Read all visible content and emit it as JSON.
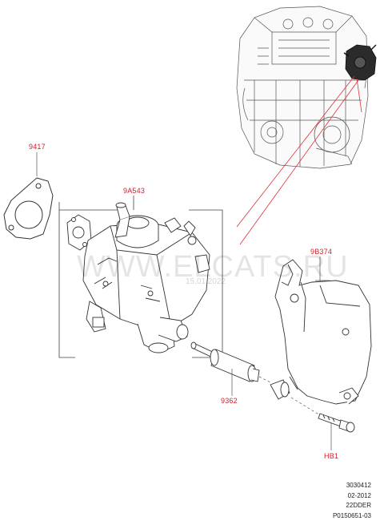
{
  "callouts": {
    "gasket": "9417",
    "pump": "9A543",
    "bracket": "9B374",
    "spacer": "9362",
    "bolt": "HB1"
  },
  "watermark": {
    "text": "WWW.ELCATS.RU",
    "date": "15.01.2022"
  },
  "footer": {
    "line1": "3030412",
    "line2": "02-2012",
    "line3": "22DDER",
    "line4": "P0150651-03"
  },
  "colors": {
    "callout": "#d01f2a",
    "leader": "#e0303a",
    "line_art": "#333333"
  }
}
